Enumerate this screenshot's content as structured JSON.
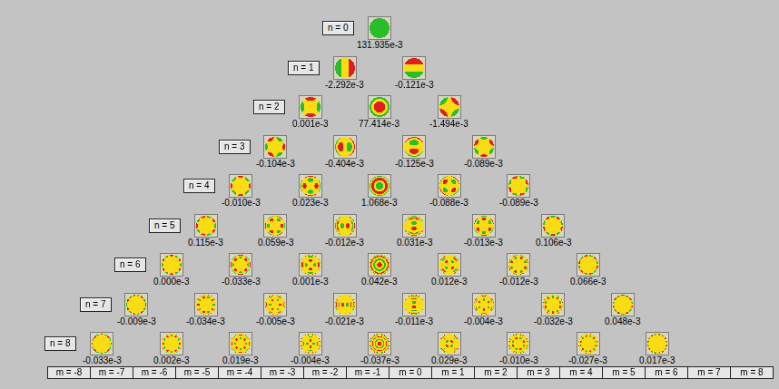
{
  "diagram": {
    "nodes": [
      {
        "text": [
          "n = 0"
        ]
      },
      {
        "text": [
          "n = 1"
        ]
      },
      {
        "text": [
          "n = 2"
        ]
      },
      {
        "text": [
          "n = 3"
        ]
      },
      {
        "text": [
          "n = 4"
        ]
      },
      {
        "text": [
          "n = 5"
        ]
      },
      {
        "text": [
          "n = 6"
        ]
      },
      {
        "text": [
          "n = 7"
        ]
      },
      {
        "text": [
          "n = 8"
        ]
      },
      {
        "text": [
          "m = -8"
        ]
      },
      {
        "text": [
          "m = -7"
        ]
      },
      {
        "text": [
          "m = -6"
        ]
      },
      {
        "text": [
          "m = -5"
        ]
      },
      {
        "text": [
          "m = -4"
        ]
      },
      {
        "text": [
          "m = -3"
        ]
      },
      {
        "text": [
          "m = -2"
        ]
      },
      {
        "text": [
          "m = -1"
        ]
      },
      {
        "text": [
          "m = 0"
        ]
      },
      {
        "text": [
          "m = 1"
        ]
      },
      {
        "text": [
          "m = 2"
        ]
      },
      {
        "text": [
          "m = 3"
        ]
      },
      {
        "text": [
          "m = 4"
        ]
      },
      {
        "text": [
          "m = 5"
        ]
      },
      {
        "text": [
          "m = 6"
        ]
      },
      {
        "text": [
          "m = 7"
        ]
      },
      {
        "text": [
          "m = 8"
        ]
      }
    ],
    "labels": [
      "131.935e-3",
      "-2.292e-3",
      "-0.121e-3",
      "0.001e-3",
      "77.414e-3",
      "-1.494e-3",
      "-0.104e-3",
      "-0.404e-3",
      "-0.125e-3",
      "-0.089e-3",
      "-0.010e-3",
      "0.023e-3",
      "1.068e-3",
      "-0.088e-3",
      "-0.089e-3",
      "0.115e-3",
      "0.059e-3",
      "-0.012e-3",
      "0.031e-3",
      "-0.013e-3",
      "0.106e-3",
      "0.000e-3",
      "-0.033e-3",
      "0.001e-3",
      "0.042e-3",
      "0.012e-3",
      "-0.012e-3",
      "0.066e-3",
      "-0.009e-3",
      "-0.034e-3",
      "-0.005e-3",
      "-0.021e-3",
      "-0.011e-3",
      "-0.004e-3",
      "-0.032e-3",
      "0.048e-3",
      "-0.033e-3",
      "0.002e-3",
      "0.019e-3",
      "-0.004e-3",
      "-0.037e-3",
      "0.029e-3",
      "-0.010e-3",
      "-0.027e-3",
      "0.017e-3"
    ]
  }
}
